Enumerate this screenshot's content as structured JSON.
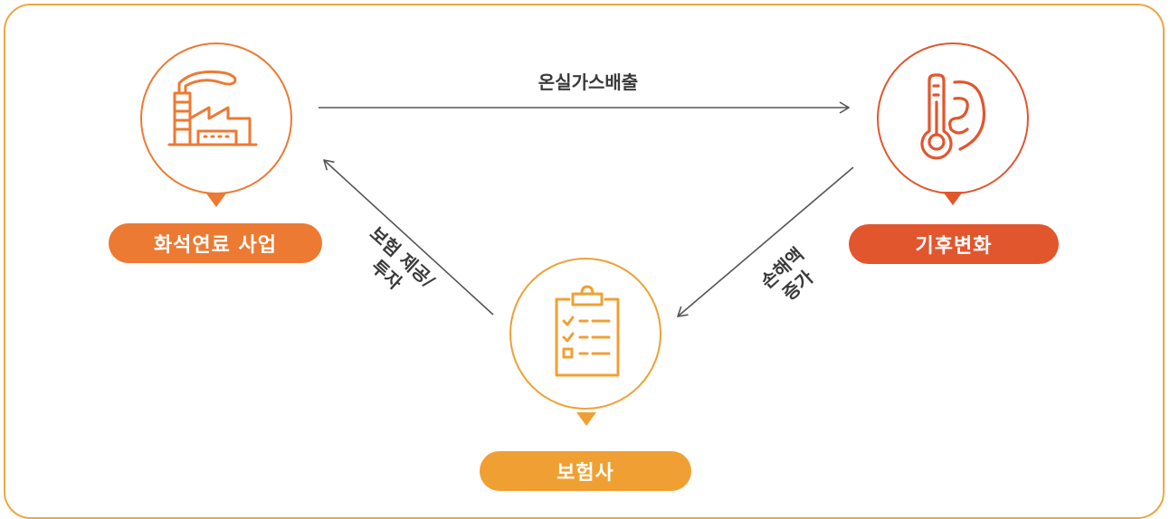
{
  "nodes": {
    "fossil": {
      "label": "화석연료 사업",
      "color": "#ec7a32",
      "icon": "factory-icon"
    },
    "climate": {
      "label": "기후변화",
      "color": "#e2562e",
      "icon": "thermometer-icon"
    },
    "insurer": {
      "label": "보험사",
      "color": "#f0a033",
      "icon": "clipboard-checklist-icon"
    }
  },
  "edges": {
    "emission": {
      "label": "온실가스배출"
    },
    "insurance": {
      "line1": "보험 제공/",
      "line2": "투자"
    },
    "loss": {
      "line1": "손해액",
      "line2": "증가"
    }
  },
  "colors": {
    "frame": "#f0a640",
    "arrow": "#555555"
  }
}
